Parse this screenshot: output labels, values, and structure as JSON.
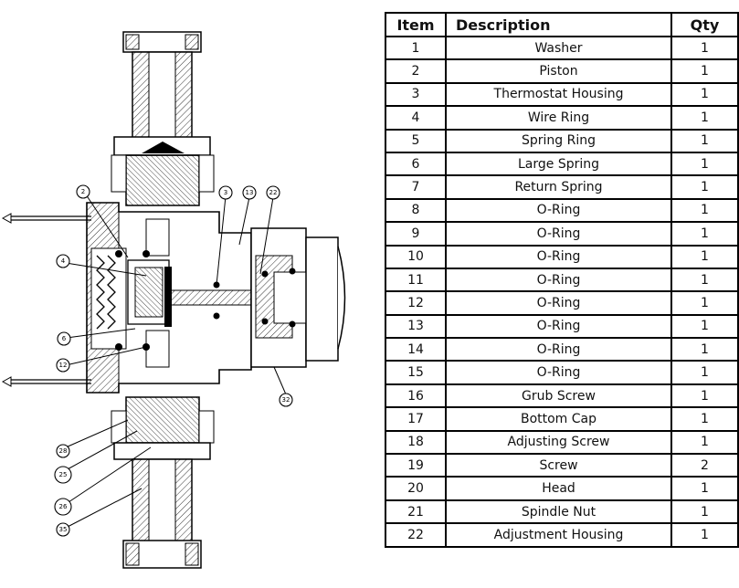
{
  "table": {
    "headers": {
      "item": "Item",
      "description": "Description",
      "qty": "Qty"
    },
    "rows": [
      {
        "item": "1",
        "description": "Washer",
        "qty": "1"
      },
      {
        "item": "2",
        "description": "Piston",
        "qty": "1"
      },
      {
        "item": "3",
        "description": "Thermostat Housing",
        "qty": "1"
      },
      {
        "item": "4",
        "description": "Wire Ring",
        "qty": "1"
      },
      {
        "item": "5",
        "description": "Spring Ring",
        "qty": "1"
      },
      {
        "item": "6",
        "description": "Large Spring",
        "qty": "1"
      },
      {
        "item": "7",
        "description": "Return Spring",
        "qty": "1"
      },
      {
        "item": "8",
        "description": "O-Ring",
        "qty": "1"
      },
      {
        "item": "9",
        "description": "O-Ring",
        "qty": "1"
      },
      {
        "item": "10",
        "description": "O-Ring",
        "qty": "1"
      },
      {
        "item": "11",
        "description": "O-Ring",
        "qty": "1"
      },
      {
        "item": "12",
        "description": "O-Ring",
        "qty": "1"
      },
      {
        "item": "13",
        "description": "O-Ring",
        "qty": "1"
      },
      {
        "item": "14",
        "description": "O-Ring",
        "qty": "1"
      },
      {
        "item": "15",
        "description": "O-Ring",
        "qty": "1"
      },
      {
        "item": "16",
        "description": "Grub Screw",
        "qty": "1"
      },
      {
        "item": "17",
        "description": "Bottom Cap",
        "qty": "1"
      },
      {
        "item": "18",
        "description": "Adjusting Screw",
        "qty": "1"
      },
      {
        "item": "19",
        "description": "Screw",
        "qty": "2"
      },
      {
        "item": "20",
        "description": "Head",
        "qty": "1"
      },
      {
        "item": "21",
        "description": "Spindle Nut",
        "qty": "1"
      },
      {
        "item": "22",
        "description": "Adjustment Housing",
        "qty": "1"
      }
    ]
  },
  "diagram": {
    "callouts": [
      "2",
      "3",
      "13",
      "22",
      "4",
      "6",
      "12",
      "32",
      "28",
      "25",
      "26",
      "35"
    ]
  }
}
